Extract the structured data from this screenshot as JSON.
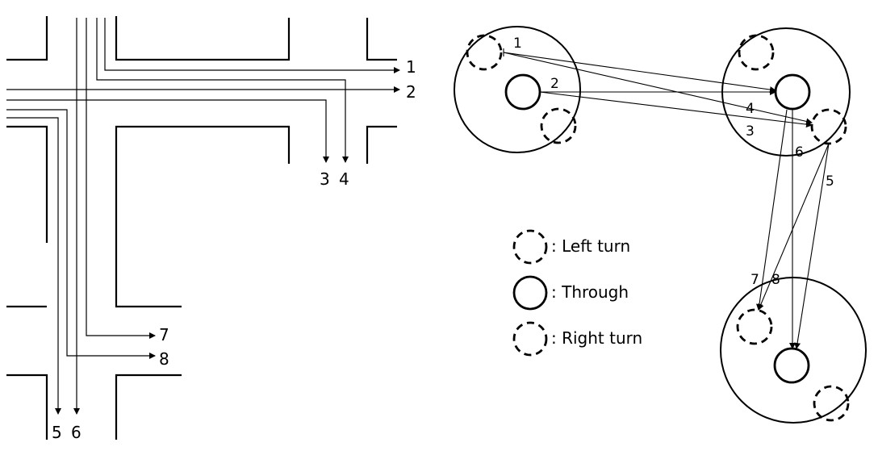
{
  "intersection": {
    "movements": [
      {
        "id": "m1",
        "label": "1"
      },
      {
        "id": "m2",
        "label": "2"
      },
      {
        "id": "m3",
        "label": "3"
      },
      {
        "id": "m4",
        "label": "4"
      },
      {
        "id": "m5",
        "label": "5"
      },
      {
        "id": "m6",
        "label": "6"
      },
      {
        "id": "m7",
        "label": "7"
      },
      {
        "id": "m8",
        "label": "8"
      }
    ]
  },
  "graph": {
    "link_labels": [
      {
        "id": "l1",
        "label": "1"
      },
      {
        "id": "l2",
        "label": "2"
      },
      {
        "id": "l3",
        "label": "3"
      },
      {
        "id": "l4",
        "label": "4"
      },
      {
        "id": "l5",
        "label": "5"
      },
      {
        "id": "l6",
        "label": "6"
      },
      {
        "id": "l7",
        "label": "7"
      },
      {
        "id": "l8",
        "label": "8"
      }
    ]
  },
  "legend": {
    "left_turn": ": Left turn",
    "through": ": Through",
    "right_turn": ": Right turn"
  }
}
